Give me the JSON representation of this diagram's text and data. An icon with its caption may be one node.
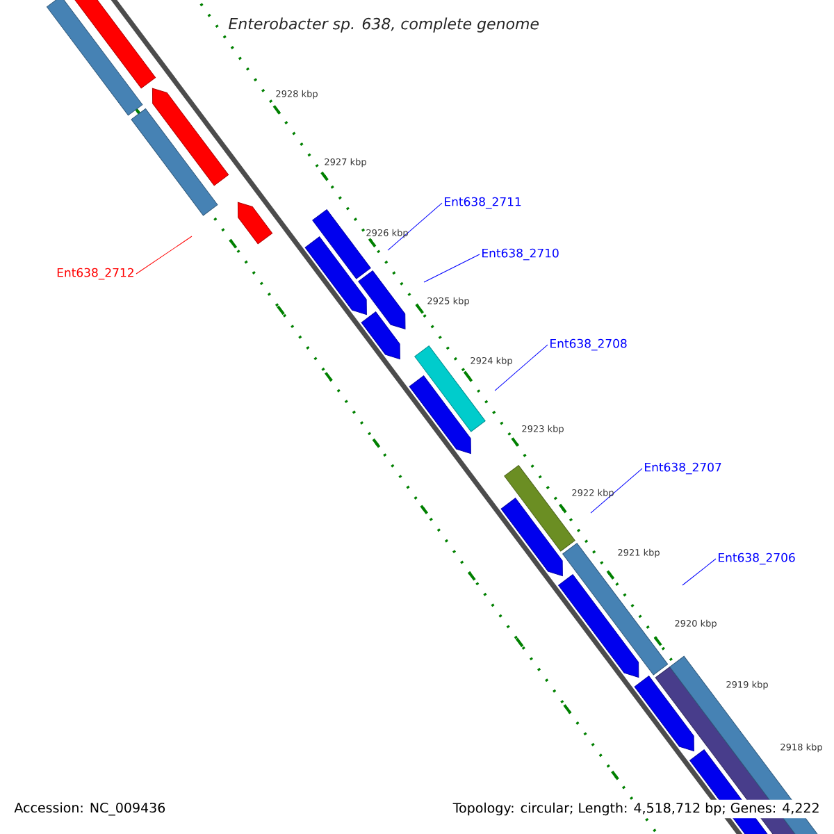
{
  "diagram": {
    "title": "Enterobacter sp. 638, complete genome",
    "nodes": [
      {
        "text": [
          "Ent638_2712"
        ]
      },
      {
        "text": [
          "Ent638_2711"
        ]
      },
      {
        "text": [
          "Ent638_2710"
        ]
      },
      {
        "text": [
          "Ent638_2708"
        ]
      },
      {
        "text": [
          "Ent638_2707"
        ]
      },
      {
        "text": [
          "Ent638_2706"
        ]
      }
    ],
    "edges": [
      {
        "from": 0,
        "to": null,
        "arrow": "none",
        "color": "#ff0000"
      },
      {
        "from": 1,
        "to": null,
        "arrow": "none"
      },
      {
        "from": 2,
        "to": null,
        "arrow": "none"
      },
      {
        "from": 3,
        "to": null,
        "arrow": "none"
      },
      {
        "from": 4,
        "to": null,
        "arrow": "none"
      },
      {
        "from": 5,
        "to": null,
        "arrow": "none"
      }
    ],
    "labels": [
      "2928 kbp",
      "2927 kbp",
      "2926 kbp",
      "2925 kbp",
      "2924 kbp",
      "2923 kbp",
      "2922 kbp",
      "2921 kbp",
      "2920 kbp",
      "2919 kbp",
      "2918 kbp",
      "Accession: NC_009436",
      "Topology: circular; Length: 4,518,712 bp; Genes: 4,222"
    ]
  }
}
